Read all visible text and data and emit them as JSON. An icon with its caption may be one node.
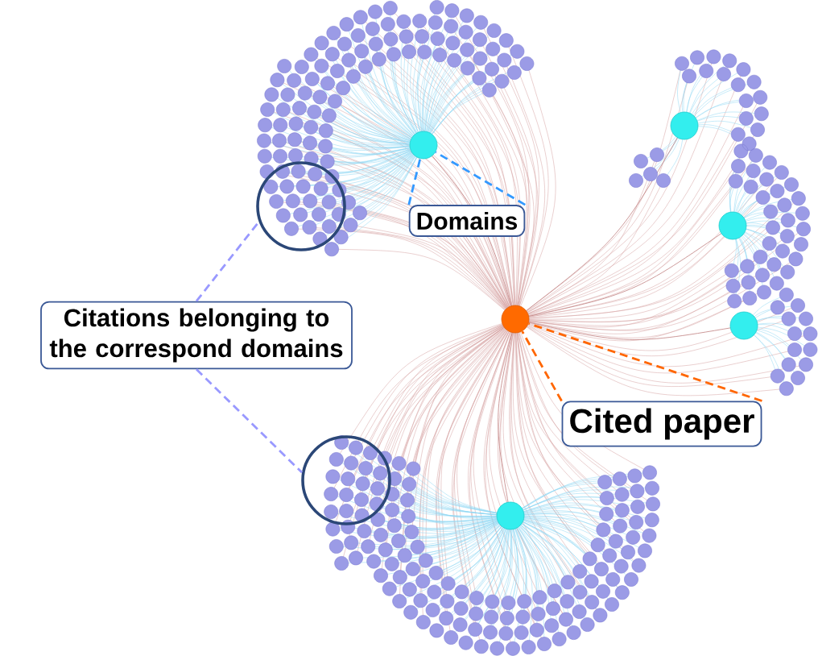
{
  "diagram": {
    "nodes": [
      {
        "text": [
          "Domains"
        ]
      },
      {
        "text": [
          "Citations belonging to the correspond domains"
        ]
      },
      {
        "text": [
          "Cited paper"
        ]
      },
      {
        "text": [],
        "shape": "circle"
      },
      {
        "text": [],
        "shape": "circle"
      },
      {
        "text": [],
        "shape": "circle"
      },
      {
        "text": [],
        "shape": "circle"
      }
    ],
    "edges": [
      {
        "from": 0,
        "to": 4,
        "arrow": "none",
        "style": "dashed",
        "color": "#3399ff"
      },
      {
        "from": 0,
        "to": 4,
        "arrow": "none",
        "style": "dashed",
        "color": "#3399ff"
      },
      {
        "from": 1,
        "to": 5,
        "arrow": "none",
        "style": "dashed",
        "color": "#9999ff"
      },
      {
        "from": 1,
        "to": 6,
        "arrow": "none",
        "style": "dashed",
        "color": "#9999ff"
      },
      {
        "from": 2,
        "to": 3,
        "arrow": "none",
        "style": "dashed",
        "color": "#ff6600"
      },
      {
        "from": 2,
        "to": 3,
        "arrow": "none",
        "style": "dashed",
        "color": "#ff6600"
      }
    ]
  }
}
